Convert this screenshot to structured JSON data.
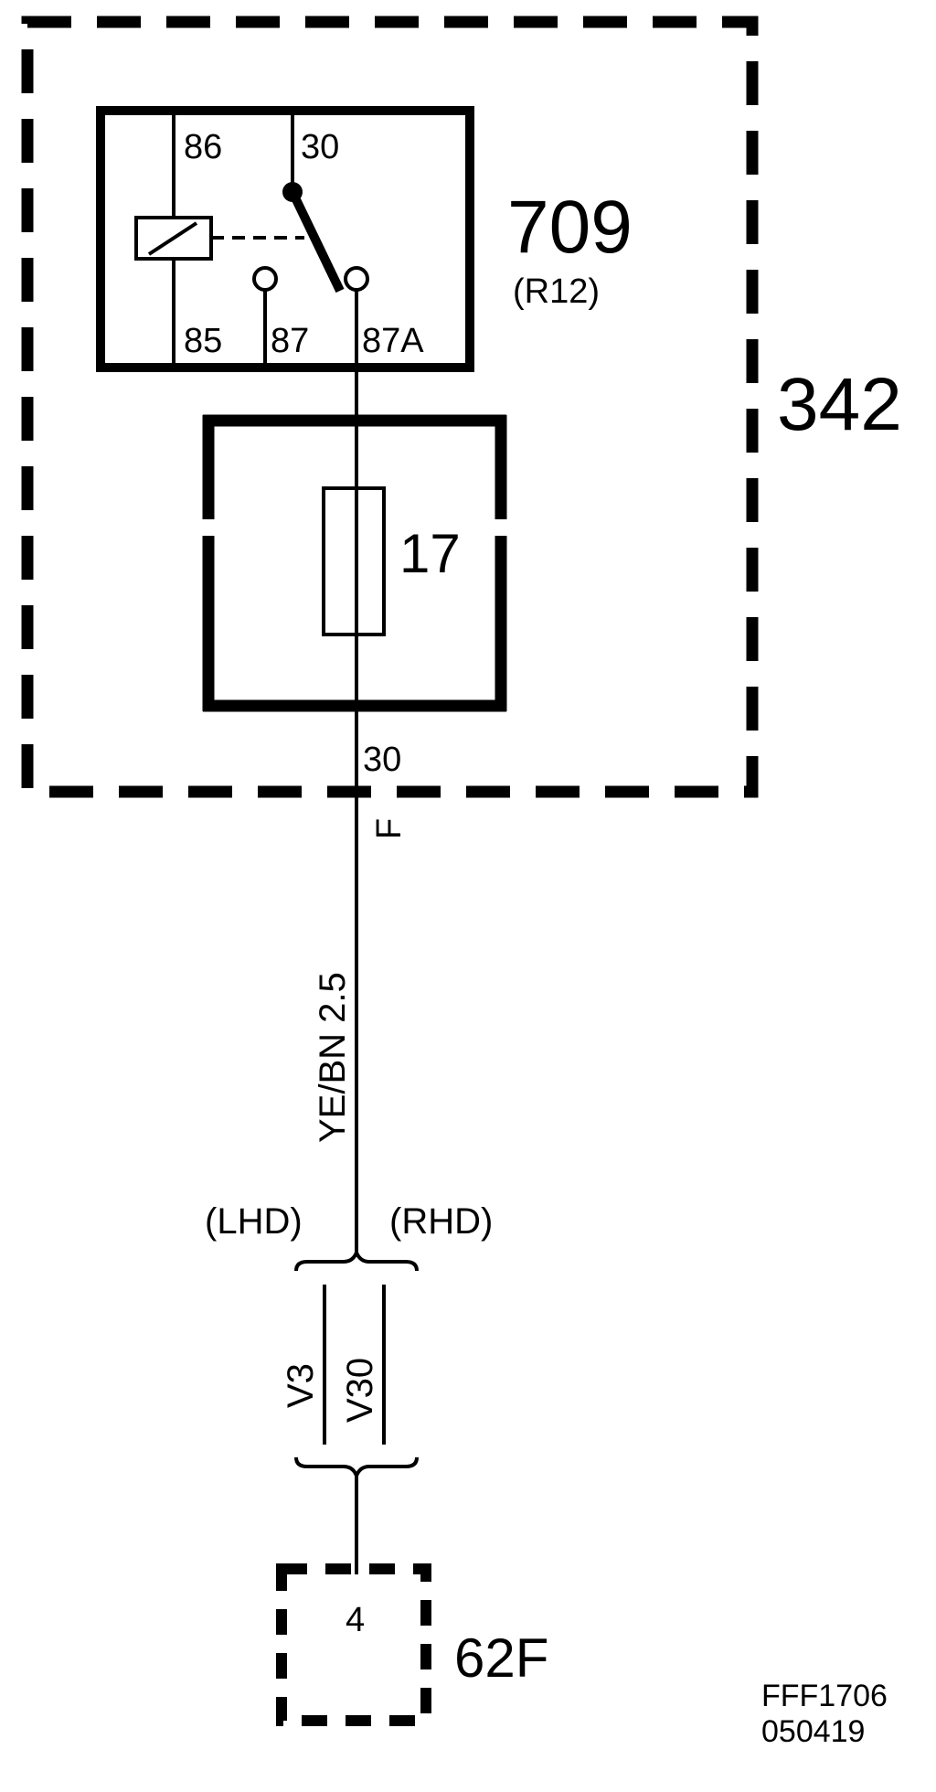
{
  "module": {
    "id": "342"
  },
  "relay": {
    "id": "709",
    "ref": "(R12)",
    "pins": {
      "p86": "86",
      "p30": "30",
      "p85": "85",
      "p87": "87",
      "p87a": "87A"
    }
  },
  "fuse": {
    "id": "17"
  },
  "output": {
    "pin": "30",
    "letter": "F"
  },
  "wire": {
    "label": "YE/BN 2.5"
  },
  "variants": {
    "lhd": "(LHD)",
    "rhd": "(RHD)",
    "lhd_connector": "V3",
    "rhd_connector": "V30"
  },
  "connector": {
    "id": "62F",
    "pin": "4"
  },
  "drawing": {
    "number": "FFF1706",
    "date": "050419"
  },
  "colors": {
    "ink": "#000000",
    "background": "#ffffff"
  }
}
